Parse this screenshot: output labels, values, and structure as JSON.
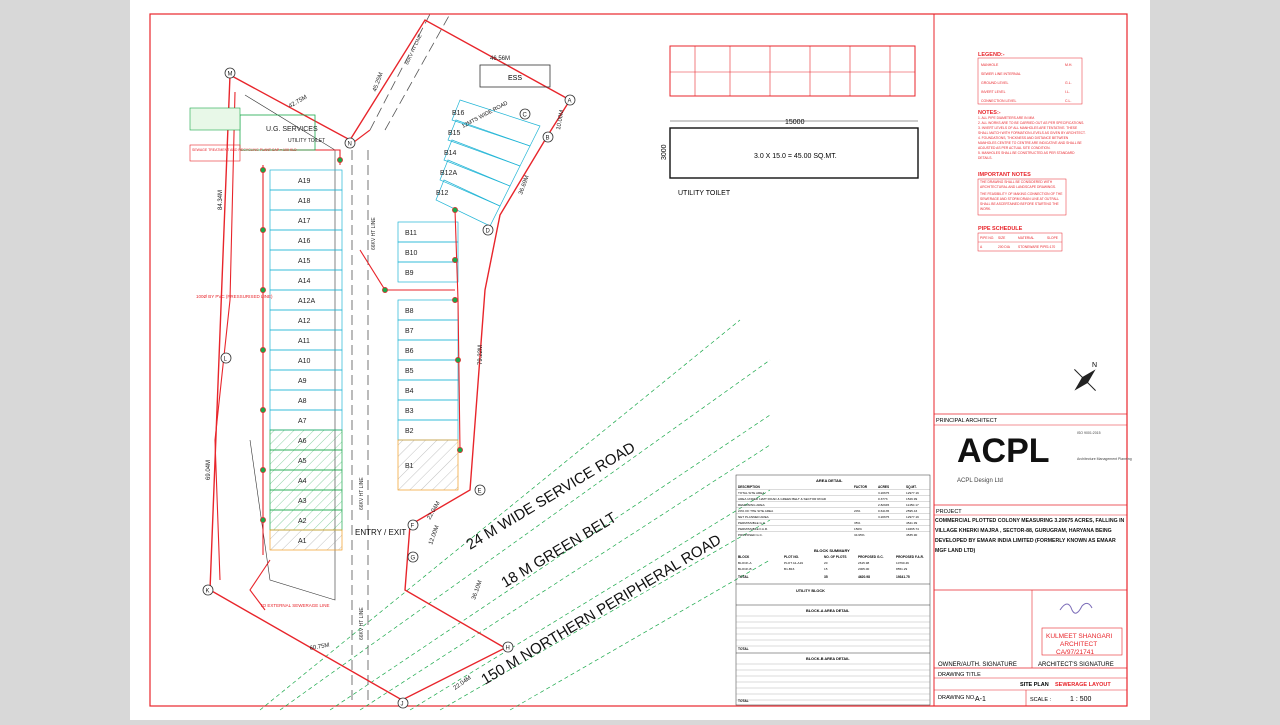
{
  "roads": {
    "service_road": "24  M  WIDE SERVICE ROAD",
    "green_belt": "18 M  GREEN BELT",
    "npr": "150 M  NORTHERN PERIPHERAL ROAD",
    "wide_road_12": "12MTS WIDE ROAD",
    "entry_exit": "ENTRY / EXIT",
    "ht_line": "66KV HT LINE"
  },
  "site_labels": {
    "ug_services": "U.G. SERVICES",
    "utility_toilet": "UTILITY TOILET",
    "ess": "ESS",
    "stp": "SEWAGE TREATMENT AND\nRECYCLING PLANT\nCAP = 100 KLD",
    "external_line": "TO EXTERNAL\nSEWERAGE LINE",
    "pressurised": "100Ø BY PVC\n(PRESSURISED LINE)"
  },
  "points": [
    "A",
    "B",
    "C",
    "D",
    "E",
    "F",
    "G",
    "H",
    "J",
    "K",
    "L",
    "M",
    "N"
  ],
  "dimensions": {
    "mn": "42.75M",
    "na": "45.25M",
    "top": "46.56M",
    "ab": "10.00M",
    "cd": "36.69M",
    "left": "84.34M",
    "kl": "69.04M",
    "ef": "22.04M",
    "de": "79.22M",
    "fg": "12.00M",
    "gh": "36.10M",
    "kj": "60.75M",
    "hj": "22.04M"
  },
  "plots_a": [
    "A19",
    "A18",
    "A17",
    "A16",
    "A15",
    "A14",
    "A12A",
    "A12",
    "A11",
    "A10",
    "A9",
    "A8",
    "A7",
    "A6",
    "A5",
    "A4",
    "A3",
    "A2",
    "A1"
  ],
  "plots_b_upper": [
    "B16",
    "B15",
    "B14",
    "B12A",
    "B12"
  ],
  "plots_b_mid": [
    "B11",
    "B10",
    "B9"
  ],
  "plots_b_lower": [
    "B8",
    "B7",
    "B6",
    "B5",
    "B4",
    "B3",
    "B2",
    "B1"
  ],
  "toilet": {
    "width_dim": "15000",
    "height_dim": "3000",
    "area": "3.0 X 15.0 = 45.00 SQ.MT.",
    "caption": "UTILITY TOILET"
  },
  "legend": {
    "title": "LEGEND:-",
    "items": [
      "MANHOLE",
      "SEWER LINE INTERNAL",
      "GROUND LEVEL",
      "INVERT LEVEL",
      "CONNECTION LEVEL"
    ],
    "codes": [
      "M.H.",
      "",
      "G.L.",
      "I.L.",
      "C.L."
    ]
  },
  "notes": {
    "title": "NOTES:-",
    "items": [
      "1.  ALL PIPE DIAMETERS ARE IN MM.",
      "2.  ALL WORKS ARE TO BE CARRIED OUT AS PER SPECIFICATIONS.",
      "3.  INVERT LEVELS OF ALL MANHOLES ARE TENTATIVE. THESE SHALL MATCH WITH FORMATION LEVELS AS GIVEN BY ARCHITECT.",
      "4.  FOUNDATIONS, THICKNESS AND DISTANCE BETWEEN MANHOLES CENTRE TO CENTRE ARE INDICATIVE AND SHALL BE ADJUSTED AS PER ACTUAL SITE CONDITION.",
      "5.  MANHOLES SHALL BE CONSTRUCTED AS PER STANDARD DETAILS."
    ]
  },
  "important_notes": {
    "title": "IMPORTANT NOTES",
    "items": [
      "THE DRAWING SHALL BE CONSIDERED WITH ARCHITECTURAL AND LANDSCAPE DRAWINGS.",
      "THE FEASIBILITY OF MAKING CONNECTION OF THE SEWERAGE AND STORM DRAIN LINE AT OUTFALL SHALL BE ASCERTAINED BEFORE STARTING THE WORK."
    ]
  },
  "pipe_schedule": {
    "title": "PIPE SCHEDULE",
    "headers": [
      "PIPE NO.",
      "SIZE",
      "MATERIAL",
      "SLOPE"
    ],
    "row": [
      "A",
      "200 DIA",
      "STONEWARE PIPE",
      "1:170"
    ]
  },
  "title_block": {
    "principal_architect": "PRINCIPAL ARCHITECT",
    "firm_logo": "ACPL",
    "firm_name": "ACPL Design Ltd",
    "iso": "ISO 9001:2015",
    "firm_sub": "Architecture\nManagement\nPlanning",
    "project_label": "PROJECT",
    "project": "COMMERCIAL PLOTTED COLONY MEASURING  3.20675 ACRES, FALLING IN  VILLAGE KHERKI MAJRA , SECTOR-88, GURUGRAM, HARYANA BEING DEVELOPED BY EMAAR INDIA LIMITED (FORMERLY KNOWN AS EMAAR MGF LAND LTD)",
    "owner_sig": "OWNER/AUTH. SIGNATURE",
    "arch_sig": "ARCHITECT'S SIGNATURE",
    "stamp_lines": [
      "KULMEET SHANGARI",
      "ARCHITECT",
      "CA/97/21741"
    ],
    "drawing_title_label": "DRAWING TITLE",
    "drawing_title_1": "SITE PLAN",
    "drawing_title_2": "SEWERAGE LAYOUT",
    "drawing_no_label": "DRAWING NO.",
    "drawing_no": "A-1",
    "scale_label": "SCALE :",
    "scale": "1 : 500"
  },
  "tables": {
    "area_detail_title": "AREA DETAIL",
    "area_headers": [
      "DESCRIPTION",
      "FACTOR",
      "ACRES",
      "SQ.MT."
    ],
    "area_rows": [
      [
        "TOTAL SITE AREA",
        "",
        "3.20675",
        "12977.16"
      ],
      [
        "AREA UNDER 12MT ROAD & GREEN BELT & SECTOR ROAD",
        "",
        "0.3773",
        "1526.99"
      ],
      [
        "REMAINING AREA",
        "",
        "2.82945",
        "11450.17"
      ],
      [
        "20% OF THE SITE AREA",
        "20%",
        "0.64135",
        "2595.43"
      ],
      [
        "NET PLANNED AREA",
        "",
        "3.20675",
        "12977.16"
      ],
      [
        "PERMISSIBLE G.C.",
        "35%",
        "",
        "4541.99"
      ],
      [
        "PERMISSIBLE F.A.R.",
        "150%",
        "",
        "19465.74"
      ],
      [
        "PROPOSED G.C.",
        "34.95%",
        "",
        "4535.90"
      ]
    ],
    "block_summary_title": "BLOCK SUMMARY",
    "block_headers": [
      "BLOCK",
      "PLOT NO.",
      "NO. OF PLOTS",
      "PROPOSED G.C.",
      "PROPOSED F.A.R."
    ],
    "block_rows": [
      [
        "BLOCK-A",
        "PLOT A1-A19",
        "20",
        "2615.98",
        "10790.46"
      ],
      [
        "BLOCK-B",
        "B1-B16",
        "15",
        "2005.00",
        "8551.29"
      ]
    ],
    "block_total": [
      "TOTAL",
      "",
      "35",
      "4620.98",
      "19341.75"
    ],
    "utility_title": "UTILITY BLOCK",
    "block_a_title": "BLOCK-A AREA DETAIL",
    "block_b_title": "BLOCK-B AREA DETAIL",
    "total_label": "TOTAL"
  },
  "north": "N",
  "colors": {
    "border": "#e8252b",
    "road": "#1aa84a",
    "plot_cyan": "#21b5d6",
    "plot_orange": "#f39c21",
    "sewer": "#e8252b",
    "dark": "#222222"
  }
}
